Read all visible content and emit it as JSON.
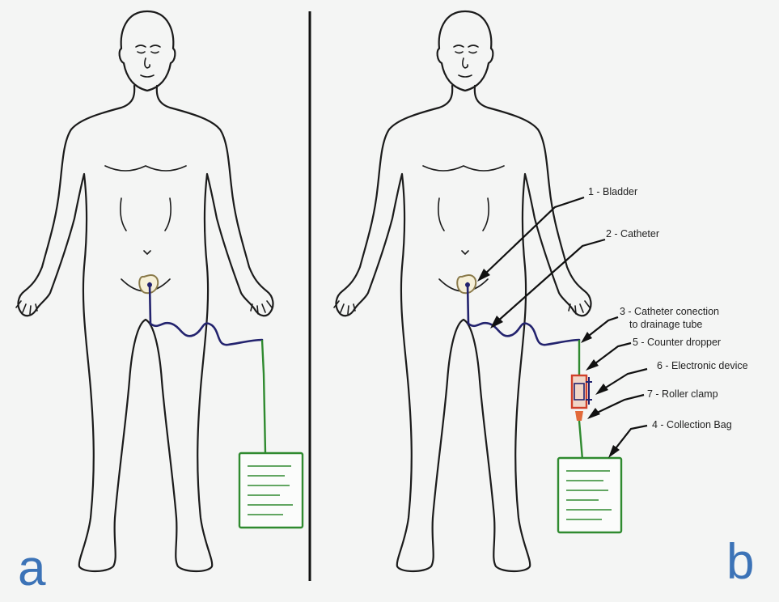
{
  "panels": {
    "left_letter": "a",
    "right_letter": "b"
  },
  "labels": {
    "bladder": "1 - Bladder",
    "catheter": "2 - Catheter",
    "connection_line1": "3 - Catheter conection",
    "connection_line2": "to drainage tube",
    "dropper": "5 - Counter dropper",
    "device": "6 - Electronic device",
    "clamp": "7 - Roller clamp",
    "bag": "4 - Collection Bag"
  },
  "colors": {
    "catheter": "#23236e",
    "drainage_tube": "#2f8a2f",
    "device": "#d0402a",
    "panel_letter": "#3c73b7"
  }
}
